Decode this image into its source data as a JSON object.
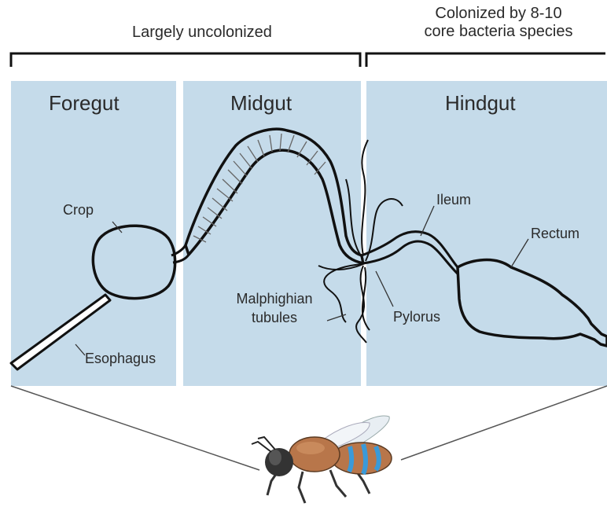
{
  "headers": {
    "uncolonized": "Largely uncolonized",
    "colonized_line1": "Colonized by 8-10",
    "colonized_line2": "core bacteria species"
  },
  "sections": {
    "foregut": "Foregut",
    "midgut": "Midgut",
    "hindgut": "Hindgut"
  },
  "labels": {
    "crop": "Crop",
    "esophagus": "Esophagus",
    "malphighian_line1": "Malphighian",
    "malphighian_line2": "tubules",
    "pylorus": "Pylorus",
    "ileum": "Ileum",
    "rectum": "Rectum"
  },
  "colors": {
    "panel": "#c5dbea",
    "outline": "#111111",
    "bee_body": "#b8764a",
    "bee_blue": "#3a9ad8"
  }
}
